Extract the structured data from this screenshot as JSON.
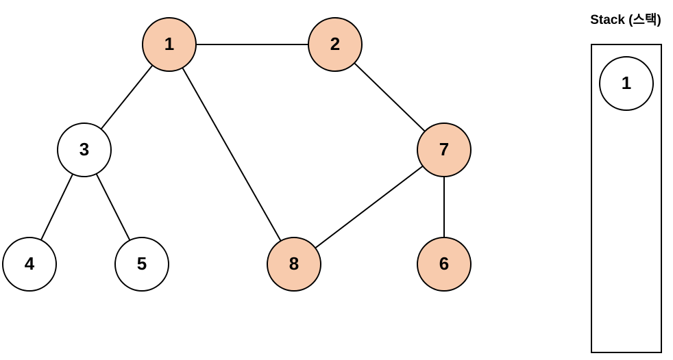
{
  "stack": {
    "title": "Stack (스택)",
    "items": [
      "1"
    ]
  },
  "graph": {
    "nodes": [
      {
        "id": "1",
        "visited": true
      },
      {
        "id": "2",
        "visited": true
      },
      {
        "id": "3",
        "visited": false
      },
      {
        "id": "4",
        "visited": false
      },
      {
        "id": "5",
        "visited": false
      },
      {
        "id": "6",
        "visited": true
      },
      {
        "id": "7",
        "visited": true
      },
      {
        "id": "8",
        "visited": true
      }
    ],
    "edges": [
      [
        "1",
        "2"
      ],
      [
        "1",
        "3"
      ],
      [
        "1",
        "8"
      ],
      [
        "2",
        "7"
      ],
      [
        "3",
        "4"
      ],
      [
        "3",
        "5"
      ],
      [
        "7",
        "8"
      ],
      [
        "7",
        "6"
      ]
    ]
  },
  "colors": {
    "visited_fill": "#f8cbad",
    "unvisited_fill": "#ffffff",
    "stroke": "#000000"
  }
}
